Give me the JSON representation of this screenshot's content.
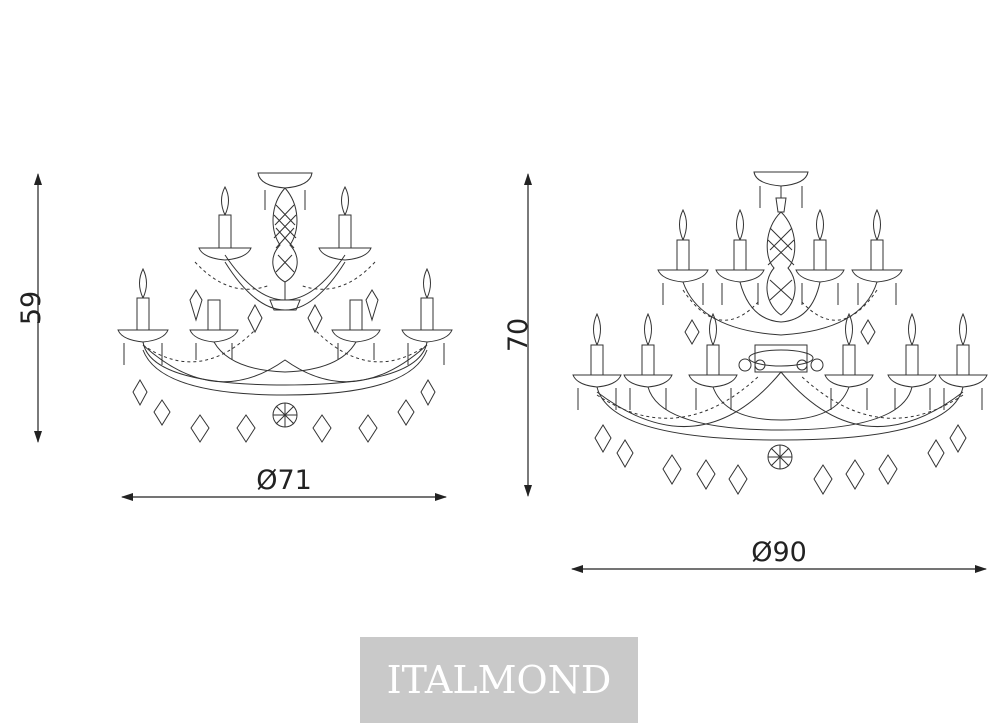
{
  "dimensions": {
    "small": {
      "height": "59",
      "diameter": "Ø71"
    },
    "large": {
      "height": "70",
      "diameter": "Ø90"
    }
  },
  "brand": {
    "name": "ITALMOND"
  },
  "colors": {
    "line": "#333333",
    "brand_bg": "#c9c9c9",
    "brand_text": "#ffffff"
  }
}
